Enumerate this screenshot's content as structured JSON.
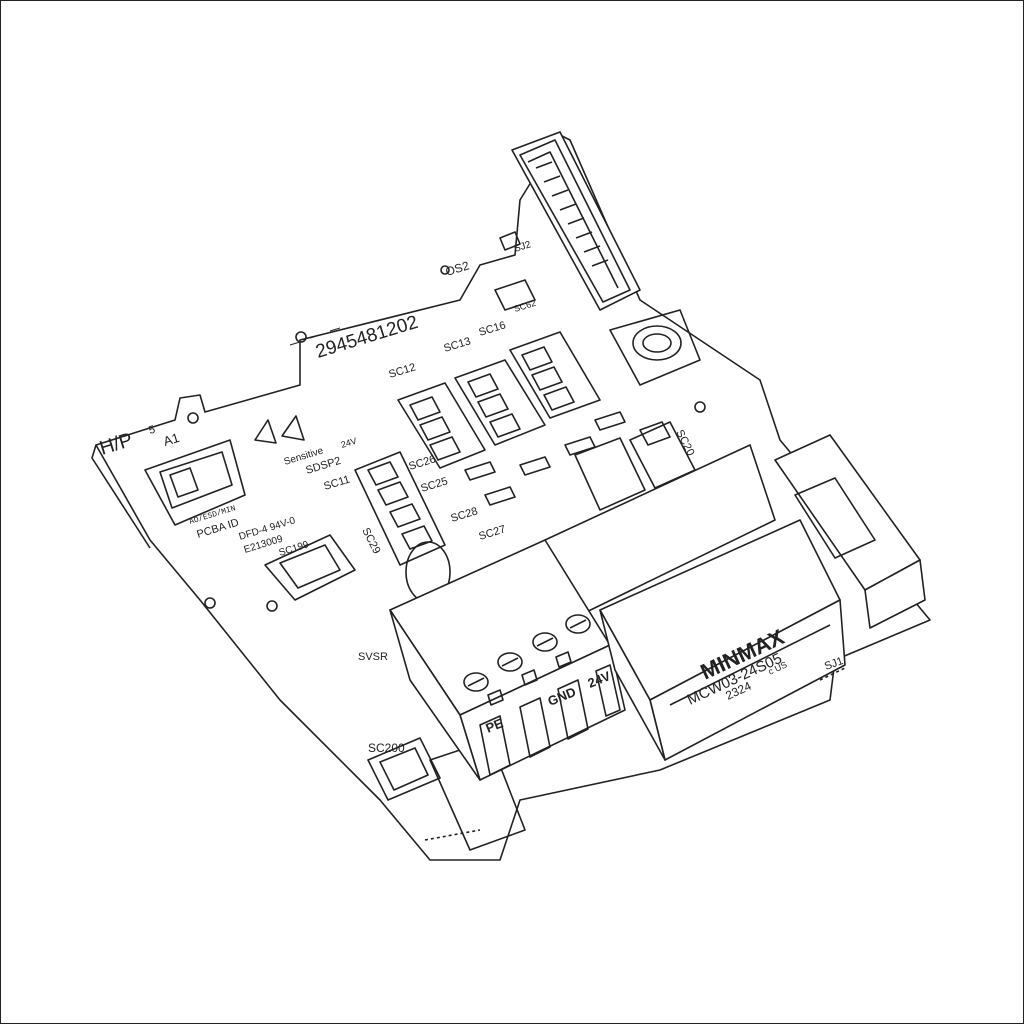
{
  "board": {
    "part_number": "2945481202",
    "rev_hp": "H/P",
    "rev_5": "5",
    "rev_a1": "A1",
    "os2": "OS2",
    "sj2": "SJ2",
    "sc62": "SC62",
    "sc12": "SC12",
    "sc13": "SC13",
    "sc16": "SC16",
    "sc26": "SC26",
    "sc25": "SC25",
    "sc28": "SC28",
    "sc27": "SC27",
    "sc11": "SC11",
    "sc20": "SC20",
    "sc29": "SC29",
    "sc199": "SC199",
    "sc200": "SC200",
    "sdsp2": "SDSP2",
    "svsr": "SVSR",
    "sj1": "SJ1",
    "esd": "Sensitive",
    "v24": "24V",
    "pcba_id": "PCBA ID",
    "flammability": "DFD-4 94V-0",
    "ul_file": "E213009",
    "label_code": "AO/ESD/MIN",
    "terminal_pe": "PE",
    "terminal_gnd": "GND",
    "terminal_24v": "24V",
    "converter_brand": "MINMAX",
    "converter_model": "MCW03-24S05",
    "converter_date": "2324",
    "converter_cert": "c US"
  }
}
